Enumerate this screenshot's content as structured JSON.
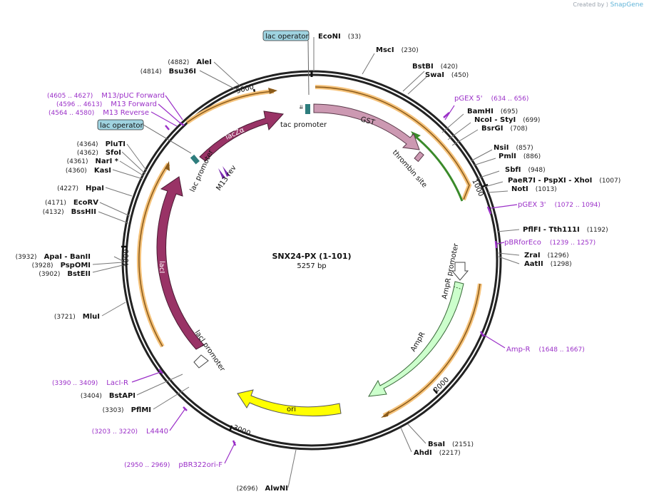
{
  "brand": {
    "created_by": "Created by",
    "name": "SnapGene"
  },
  "plasmid": {
    "name": "SNX24-PX (1-101)",
    "length_label": "5257 bp",
    "length": 5257
  },
  "colors": {
    "backbone": "#222222",
    "lacZa": "#993366",
    "lacI": "#993366",
    "GST": "#cc99b2",
    "AmpR": "#ccffcc",
    "ori": "#ffff00",
    "primer": "#9b30c8",
    "orf": "#f5c27a",
    "operator_box": "#9fd3e0"
  },
  "sites": [
    {
      "name": "EcoNI",
      "pos": "(33)",
      "bp": 33
    },
    {
      "name": "MscI",
      "pos": "(230)",
      "bp": 230
    },
    {
      "name": "BstBI",
      "pos": "(420)",
      "bp": 420
    },
    {
      "name": "SwaI",
      "pos": "(450)",
      "bp": 450
    },
    {
      "name": "BamHI",
      "pos": "(695)",
      "bp": 695
    },
    {
      "name": "NcoI  - StyI",
      "pos": "(699)",
      "bp": 699
    },
    {
      "name": "BsrGI",
      "pos": "(708)",
      "bp": 708
    },
    {
      "name": "NsiI",
      "pos": "(857)",
      "bp": 857
    },
    {
      "name": "PmlI",
      "pos": "(886)",
      "bp": 886
    },
    {
      "name": "SbfI",
      "pos": "(948)",
      "bp": 948
    },
    {
      "name": "PaeR7I  - PspXI  - XhoI",
      "pos": "(1007)",
      "bp": 1007
    },
    {
      "name": "NotI",
      "pos": "(1013)",
      "bp": 1013
    },
    {
      "name": "PflFI  - Tth111I",
      "pos": "(1192)",
      "bp": 1192
    },
    {
      "name": "ZraI",
      "pos": "(1296)",
      "bp": 1296
    },
    {
      "name": "AatII",
      "pos": "(1298)",
      "bp": 1298
    },
    {
      "name": "BsaI",
      "pos": "(2151)",
      "bp": 2151
    },
    {
      "name": "AhdI",
      "pos": "(2217)",
      "bp": 2217
    },
    {
      "name": "AlwNI",
      "pos": "(2696)",
      "bp": 2696
    },
    {
      "name": "PflMI",
      "pos": "(3303)",
      "bp": 3303
    },
    {
      "name": "BstAPI",
      "pos": "(3404)",
      "bp": 3404
    },
    {
      "name": "MluI",
      "pos": "(3721)",
      "bp": 3721
    },
    {
      "name": "BstEII",
      "pos": "(3902)",
      "bp": 3902
    },
    {
      "name": "PspOMI",
      "pos": "(3928)",
      "bp": 3928
    },
    {
      "name": "ApaI   - BanII",
      "pos": "(3932)",
      "bp": 3932
    },
    {
      "name": "BssHII",
      "pos": "(4132)",
      "bp": 4132
    },
    {
      "name": "EcoRV",
      "pos": "(4171)",
      "bp": 4171
    },
    {
      "name": "HpaI",
      "pos": "(4227)",
      "bp": 4227
    },
    {
      "name": "KasI",
      "pos": "(4360)",
      "bp": 4360
    },
    {
      "name": "NarI *",
      "pos": "(4361)",
      "bp": 4361
    },
    {
      "name": "SfoI",
      "pos": "(4362)",
      "bp": 4362
    },
    {
      "name": "PluTI",
      "pos": "(4364)",
      "bp": 4364
    },
    {
      "name": "Bsu36I",
      "pos": "(4814)",
      "bp": 4814
    },
    {
      "name": "AleI",
      "pos": "(4882)",
      "bp": 4882
    }
  ],
  "primers": [
    {
      "name": "pGEX 5'",
      "range": "(634 .. 656)"
    },
    {
      "name": "pGEX 3'",
      "range": "(1072 .. 1094)"
    },
    {
      "name": "pBRforEco",
      "range": "(1239 .. 1257)"
    },
    {
      "name": "Amp-R",
      "range": "(1648 .. 1667)"
    },
    {
      "name": "pBR322ori-F",
      "range": "(2950 .. 2969)"
    },
    {
      "name": "L4440",
      "range": "(3203 .. 3220)"
    },
    {
      "name": "LacI-R",
      "range": "(3390 .. 3409)"
    },
    {
      "name": "M13 Reverse",
      "range": "(4564 .. 4580)"
    },
    {
      "name": "M13 Forward",
      "range": "(4596 .. 4613)"
    },
    {
      "name": "M13/pUC Forward",
      "range": "(4605 .. 4627)"
    }
  ],
  "features": {
    "lac_operator_top": "lac operator",
    "lac_operator_left": "lac operator",
    "tac_promoter": "tac promoter",
    "GST": "GST",
    "thrombin_site": "thrombin site",
    "AmpR_promoter": "AmpR promoter",
    "AmpR": "AmpR",
    "ori": "ori",
    "lacI_promoter": "lacI promoter",
    "lacI": "lacI",
    "lac_promoter": "lac promoter",
    "M13_rev": "M13 rev",
    "lacZa": "lacZα"
  },
  "ticks": [
    "1000",
    "2000",
    "3000",
    "4000",
    "5000"
  ]
}
